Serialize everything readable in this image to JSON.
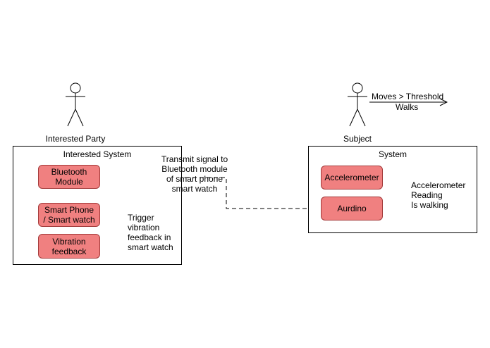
{
  "actors": {
    "interested_party": "Interested Party",
    "subject": "Subject"
  },
  "systems": {
    "interested_system": "Interested System",
    "system": "System"
  },
  "nodes": {
    "bluetooth": "Bluetooth\nModule",
    "smartphone": "Smart Phone\n/ Smart watch",
    "vibration": "Vibration\nfeedback",
    "accelerometer": "Accelerometer",
    "aurdino": "Aurdino"
  },
  "labels": {
    "moves_threshold": "Moves > Threshold",
    "walks": "Walks",
    "transmit": "Transmit signal to\nBluetooth module\nof smart phone\nsmart watch",
    "trigger": "Trigger\nvibration\nfeedback in\nsmart watch",
    "accel_reading": "Accelerometer\nReading\nIs walking"
  },
  "colors": {
    "node_fill": "#f08080",
    "node_border": "#a33a3a",
    "line": "#000000"
  }
}
